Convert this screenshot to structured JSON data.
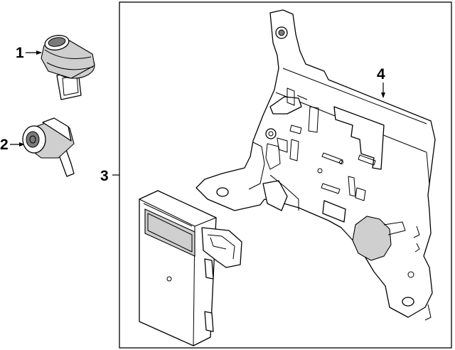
{
  "callouts": [
    {
      "id": "1",
      "label": "1"
    },
    {
      "id": "2",
      "label": "2"
    },
    {
      "id": "3",
      "label": "3"
    },
    {
      "id": "4",
      "label": "4"
    }
  ],
  "parts": {
    "1": "parking-sensor",
    "2": "parking-sensor-with-bracket",
    "3": "module-and-bracket-assembly",
    "4": "mounting-bracket"
  },
  "colors": {
    "line": "#000000",
    "shade": "#cfcfcf",
    "background": "#ffffff"
  }
}
